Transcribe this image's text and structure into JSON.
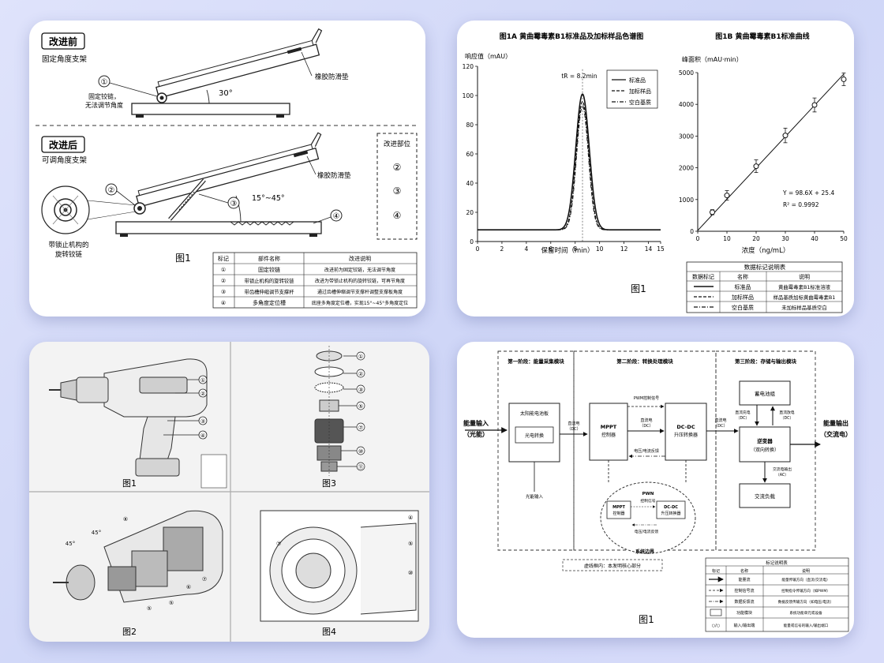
{
  "p1": {
    "before_title": "改进前",
    "before_sub": "固定角度支架",
    "after_title": "改进后",
    "after_sub": "可调角度支架",
    "pad": "橡胶防滑垫",
    "hinge_fixed_l1": "固定铰链，",
    "hinge_fixed_l2": "无法调节角度",
    "angle_before": "30°",
    "angle_after": "15°~45°",
    "lock_l1": "带锁止机构的",
    "lock_l2": "旋转铰链",
    "improve_title": "改进部位",
    "n1": "①",
    "n2": "②",
    "n3": "③",
    "n4": "④",
    "fig": "图1",
    "table_headers": [
      "标记",
      "部件名称",
      "改进说明"
    ],
    "table_rows": [
      [
        "①",
        "固定铰链",
        "改进前为固定铰链，无法调节角度"
      ],
      [
        "②",
        "带锁止机构的旋转铰链",
        "改进为带锁止机构的旋转铰链，可再节角度"
      ],
      [
        "③",
        "带齿槽伸缩调节支撑杆",
        "通过齿槽伸缩调节支撑杆调整支撑板角度"
      ],
      [
        "④",
        "多角度定位槽",
        "底座多角度定位槽，实现15°~45°多角度定位"
      ]
    ]
  },
  "p2": {
    "title_a": "图1A 黄曲霉毒素B1标准品及加标样品色谱图",
    "title_b": "图1B 黄曲霉毒素B1标准曲线",
    "fig": "图1",
    "table_title": "数据标记说明表",
    "table_headers": [
      "数据标记",
      "名称",
      "说明"
    ],
    "table_rows": [
      [
        "标准品",
        "黄曲霉毒素B1标准溶液"
      ],
      [
        "加标样品",
        "样品基质加标黄曲霉毒素B1"
      ],
      [
        "空白基质",
        "未加标样品基质空白"
      ]
    ]
  },
  "chart_data": [
    {
      "type": "line",
      "title": "图1A 黄曲霉毒素B1标准品及加标样品色谱图",
      "xlabel": "保留时间（min）",
      "ylabel": "响应值（mAU）",
      "xlim": [
        0,
        15
      ],
      "ylim": [
        0,
        120
      ],
      "xticks": [
        0,
        2,
        4,
        6,
        8,
        10,
        12,
        14,
        15
      ],
      "yticks": [
        0,
        20,
        40,
        60,
        80,
        100,
        120
      ],
      "annotation": "tR = 8.2min",
      "baseline": 8,
      "series": [
        {
          "name": "标准品",
          "style": "solid",
          "peak_x": 8.6,
          "peak_y": 101,
          "sigma": 0.55
        },
        {
          "name": "加标样品",
          "style": "dashed",
          "peak_x": 8.6,
          "peak_y": 96,
          "sigma": 0.5
        },
        {
          "name": "空白基质",
          "style": "dashdot",
          "peak_x": 8.6,
          "peak_y": 93,
          "sigma": 0.48
        }
      ],
      "legend_position": "top-right"
    },
    {
      "type": "scatter",
      "title": "图1B 黄曲霉毒素B1标准曲线",
      "xlabel": "浓度（ng/mL）",
      "ylabel": "峰面积（mAU·min）",
      "xlim": [
        0,
        50
      ],
      "ylim": [
        0,
        5000
      ],
      "xticks": [
        0,
        10,
        20,
        30,
        40,
        50
      ],
      "yticks": [
        0,
        1000,
        2000,
        3000,
        4000,
        5000
      ],
      "x": [
        5,
        10,
        20,
        30,
        40,
        50
      ],
      "y": [
        600,
        1130,
        2050,
        3020,
        3980,
        4790
      ],
      "error": [
        80,
        150,
        200,
        230,
        220,
        200
      ],
      "fit": {
        "slope": 98.6,
        "intercept": 25.4
      },
      "equation": "Y = 98.6X + 25.4",
      "r2": "R² = 0.9992"
    }
  ],
  "p3": {
    "fig1": "图1",
    "fig2": "图2",
    "fig3": "图3",
    "fig4": "图4",
    "fig1_labels": [
      "①",
      "②",
      "③",
      "④"
    ],
    "fig3_labels": [
      "①",
      "②",
      "③",
      "⑤",
      "⑦",
      "⑩",
      "⑪"
    ],
    "fig2_labels": [
      "⑧",
      "45°",
      "45°",
      "⑤",
      "⑤",
      "⑥",
      "⑦"
    ],
    "fig4_labels": [
      "⑦",
      "④",
      "⑤",
      "⑩"
    ]
  },
  "p4": {
    "stage1": "第一阶段：能量采集模块",
    "stage2": "第二阶段：转换处理模块",
    "stage3": "第三阶段：存储与输出模块",
    "input_l1": "能量输入",
    "input_l2": "（光能）",
    "output_l1": "能量输出",
    "output_l2": "（交流电）",
    "solar": "太阳能电池板",
    "pv": "光电转换",
    "mppt_l1": "MPPT",
    "mppt_l2": "控制器",
    "dcdc_l1": "DC-DC",
    "dcdc_l2": "升压转换器",
    "battery": "蓄电池组",
    "inverter_l1": "逆变器",
    "inverter_l2": "（双向转换）",
    "load": "交流负载",
    "pwm_signal": "PWM控制信号",
    "dc_l1": "直流电",
    "dc_l2": "（DC）",
    "dc_out": "直流电",
    "feedback": "电压/电流反馈",
    "charge_l1": "直流充电",
    "charge_l2": "（DC）",
    "discharge_l1": "直流放电",
    "discharge_l2": "（DC）",
    "ac_l1": "交流电输出",
    "ac_l2": "（AC）",
    "light_in": "光能输入",
    "pwn": "PWN",
    "ctrl_signal": "控制信号",
    "mppt_small_l1": "MPPT",
    "mppt_small_l2": "控制器",
    "dcdc_small_l1": "DC-DC",
    "dcdc_small_l2": "升压转换器",
    "fb_small": "电压/电流反馈",
    "boundary": "系统边界",
    "core_note": "虚线框内：本发明核心部分",
    "fig": "图1",
    "legend_title": "标记说明表",
    "legend_headers": [
      "标记",
      "名称",
      "说明"
    ],
    "legend_rows": [
      [
        "能量流",
        "能量传输方向（直流/交流电）"
      ],
      [
        "控制信号流",
        "控制指令传输方向（如PWM）"
      ],
      [
        "数据反馈流",
        "数据反馈传输方向（如电压/电流）"
      ],
      [
        "功能模块",
        "系统功能单元或设备"
      ],
      [
        "输入/输出端",
        "能量或信号的输入/输出端口"
      ]
    ],
    "io_mark": "○/○"
  }
}
